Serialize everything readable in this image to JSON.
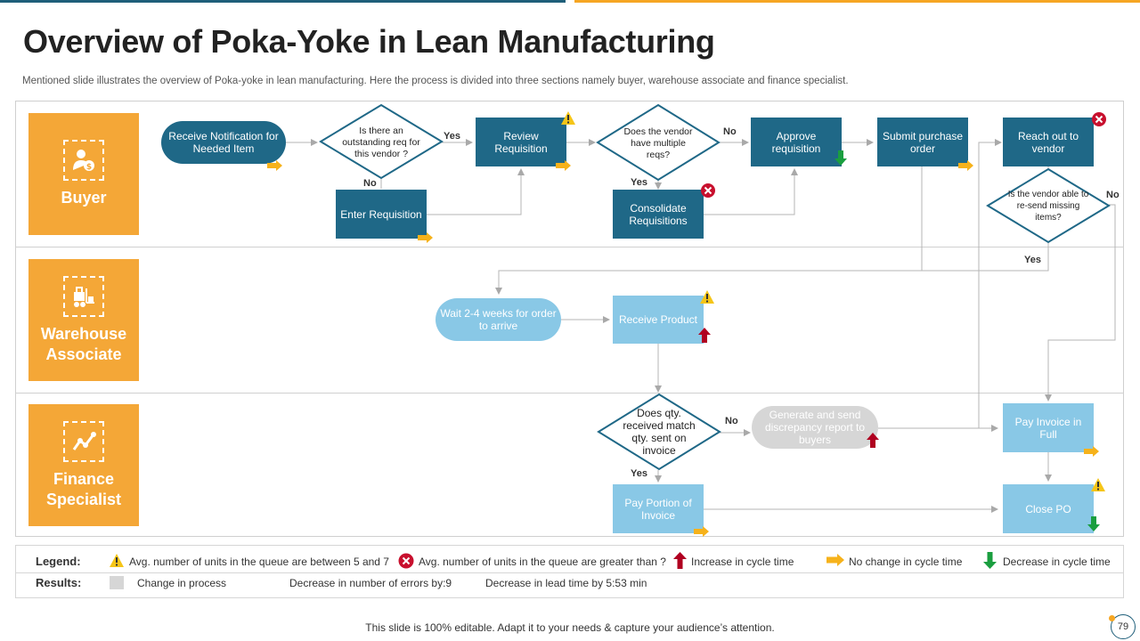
{
  "title": "Overview of Poka-Yoke in Lean Manufacturing",
  "subtitle": "Mentioned slide illustrates the overview of Poka-yoke in lean manufacturing. Here the process is divided into three sections namely buyer, warehouse associate and finance specialist.",
  "lanes": [
    {
      "label": "Buyer",
      "icon": "buyer-money-icon"
    },
    {
      "label": "Warehouse Associate",
      "icon": "forklift-icon"
    },
    {
      "label": "Finance Specialist",
      "icon": "finance-chart-icon"
    }
  ],
  "nodes": {
    "receive_notification": "Receive Notification for Needed Item",
    "outstanding_req": "Is there an outstanding req for this vendor ?",
    "review_requisition": "Review Requisition",
    "multiple_reqs": "Does the vendor have multiple reqs?",
    "approve_requisition": "Approve requisition",
    "submit_po": "Submit purchase order",
    "reach_vendor": "Reach out to vendor",
    "enter_requisition": "Enter Requisition",
    "consolidate": "Consolidate Requisitions",
    "resend_missing": "Is the vendor able to re-send missing items?",
    "wait_weeks": "Wait 2-4 weeks for order to arrive",
    "receive_product": "Receive Product",
    "qty_match": "Does qty. received match qty. sent on invoice",
    "discrepancy": "Generate and send discrepancy report to buyers",
    "pay_full": "Pay Invoice in Full",
    "pay_portion": "Pay Portion of Invoice",
    "close_po": "Close PO"
  },
  "edge_labels": {
    "yes": "Yes",
    "no": "No"
  },
  "legend": {
    "label": "Legend:",
    "items": [
      "Avg.  number of units in the queue are between 5 and 7",
      "Avg.  number of units in the queue are greater than ?",
      "Increase in cycle time",
      "No change in cycle time",
      "Decrease in cycle time"
    ]
  },
  "results": {
    "label": "Results:",
    "items": [
      "Change in process",
      "Decrease in number of errors by:9",
      "Decrease in lead time by 5:53 min"
    ]
  },
  "footer": "This slide is 100% editable. Adapt it to your needs & capture your audience’s attention.",
  "page_number": "79",
  "colors": {
    "dark_teal": "#1f6887",
    "light_blue": "#89c8e6",
    "orange": "#f4a737",
    "grey": "#d6d6d6",
    "warning": "#f5c518",
    "error": "#c8102e",
    "increase": "#b00020",
    "decrease": "#1a9e3f"
  }
}
